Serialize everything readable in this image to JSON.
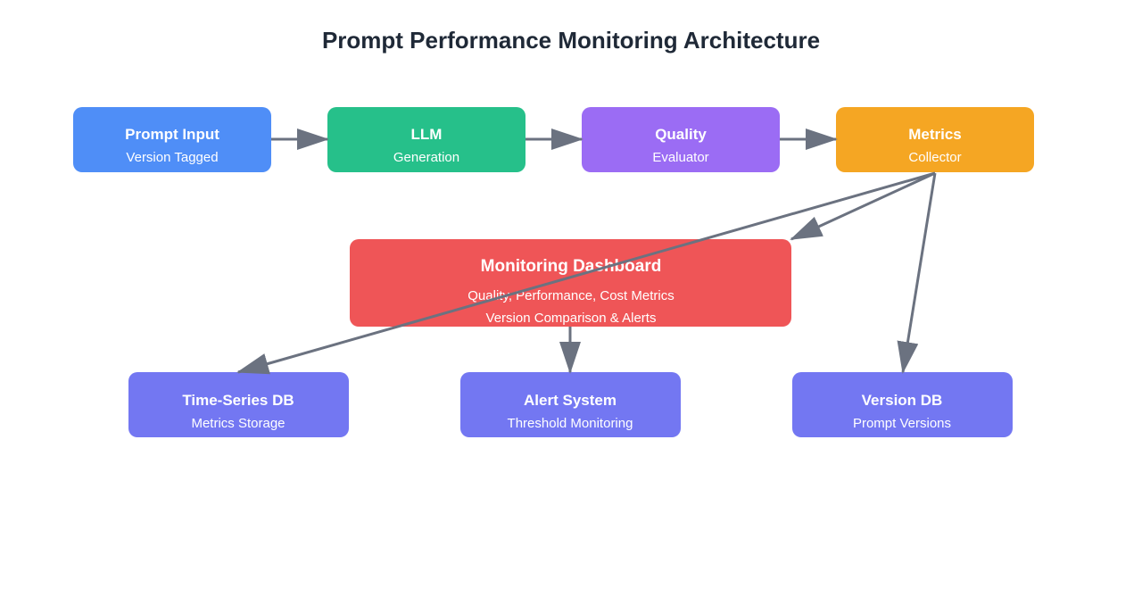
{
  "title": "Prompt Performance Monitoring Architecture",
  "colors": {
    "prompt_input": "#4f8ef7",
    "llm": "#26c08a",
    "quality": "#9b6cf4",
    "metrics": "#f5a623",
    "dashboard": "#ef5557",
    "storage": "#7377f2",
    "arrow": "#6b7280",
    "title_text": "#1f2937"
  },
  "nodes": {
    "prompt_input": {
      "title": "Prompt Input",
      "subtitle": "Version Tagged"
    },
    "llm": {
      "title": "LLM",
      "subtitle": "Generation"
    },
    "quality": {
      "title": "Quality",
      "subtitle": "Evaluator"
    },
    "metrics": {
      "title": "Metrics",
      "subtitle": "Collector"
    },
    "dashboard": {
      "title": "Monitoring Dashboard",
      "line1": "Quality, Performance, Cost Metrics",
      "line2": "Version Comparison & Alerts"
    },
    "timeseries_db": {
      "title": "Time-Series DB",
      "subtitle": "Metrics Storage"
    },
    "alert_system": {
      "title": "Alert System",
      "subtitle": "Threshold Monitoring"
    },
    "version_db": {
      "title": "Version DB",
      "subtitle": "Prompt Versions"
    }
  },
  "edges": [
    {
      "from": "prompt_input",
      "to": "llm"
    },
    {
      "from": "llm",
      "to": "quality"
    },
    {
      "from": "quality",
      "to": "metrics"
    },
    {
      "from": "metrics",
      "to": "dashboard"
    },
    {
      "from": "metrics",
      "to": "timeseries_db"
    },
    {
      "from": "metrics",
      "to": "version_db"
    },
    {
      "from": "dashboard",
      "to": "alert_system"
    }
  ]
}
